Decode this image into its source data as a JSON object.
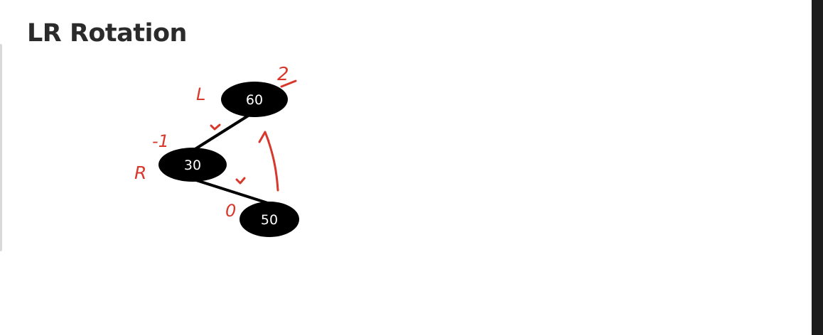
{
  "slide": {
    "title": "LR Rotation"
  },
  "tree": {
    "nodes": [
      {
        "id": "root",
        "value": "60",
        "balance": "2",
        "side_mark": "L"
      },
      {
        "id": "left",
        "value": "30",
        "balance": "-1",
        "side_mark": "R"
      },
      {
        "id": "leaf",
        "value": "50",
        "balance": "0"
      }
    ]
  },
  "colors": {
    "node_fill": "#000000",
    "edge": "#000000",
    "annotation_ink": "#d8382c"
  }
}
